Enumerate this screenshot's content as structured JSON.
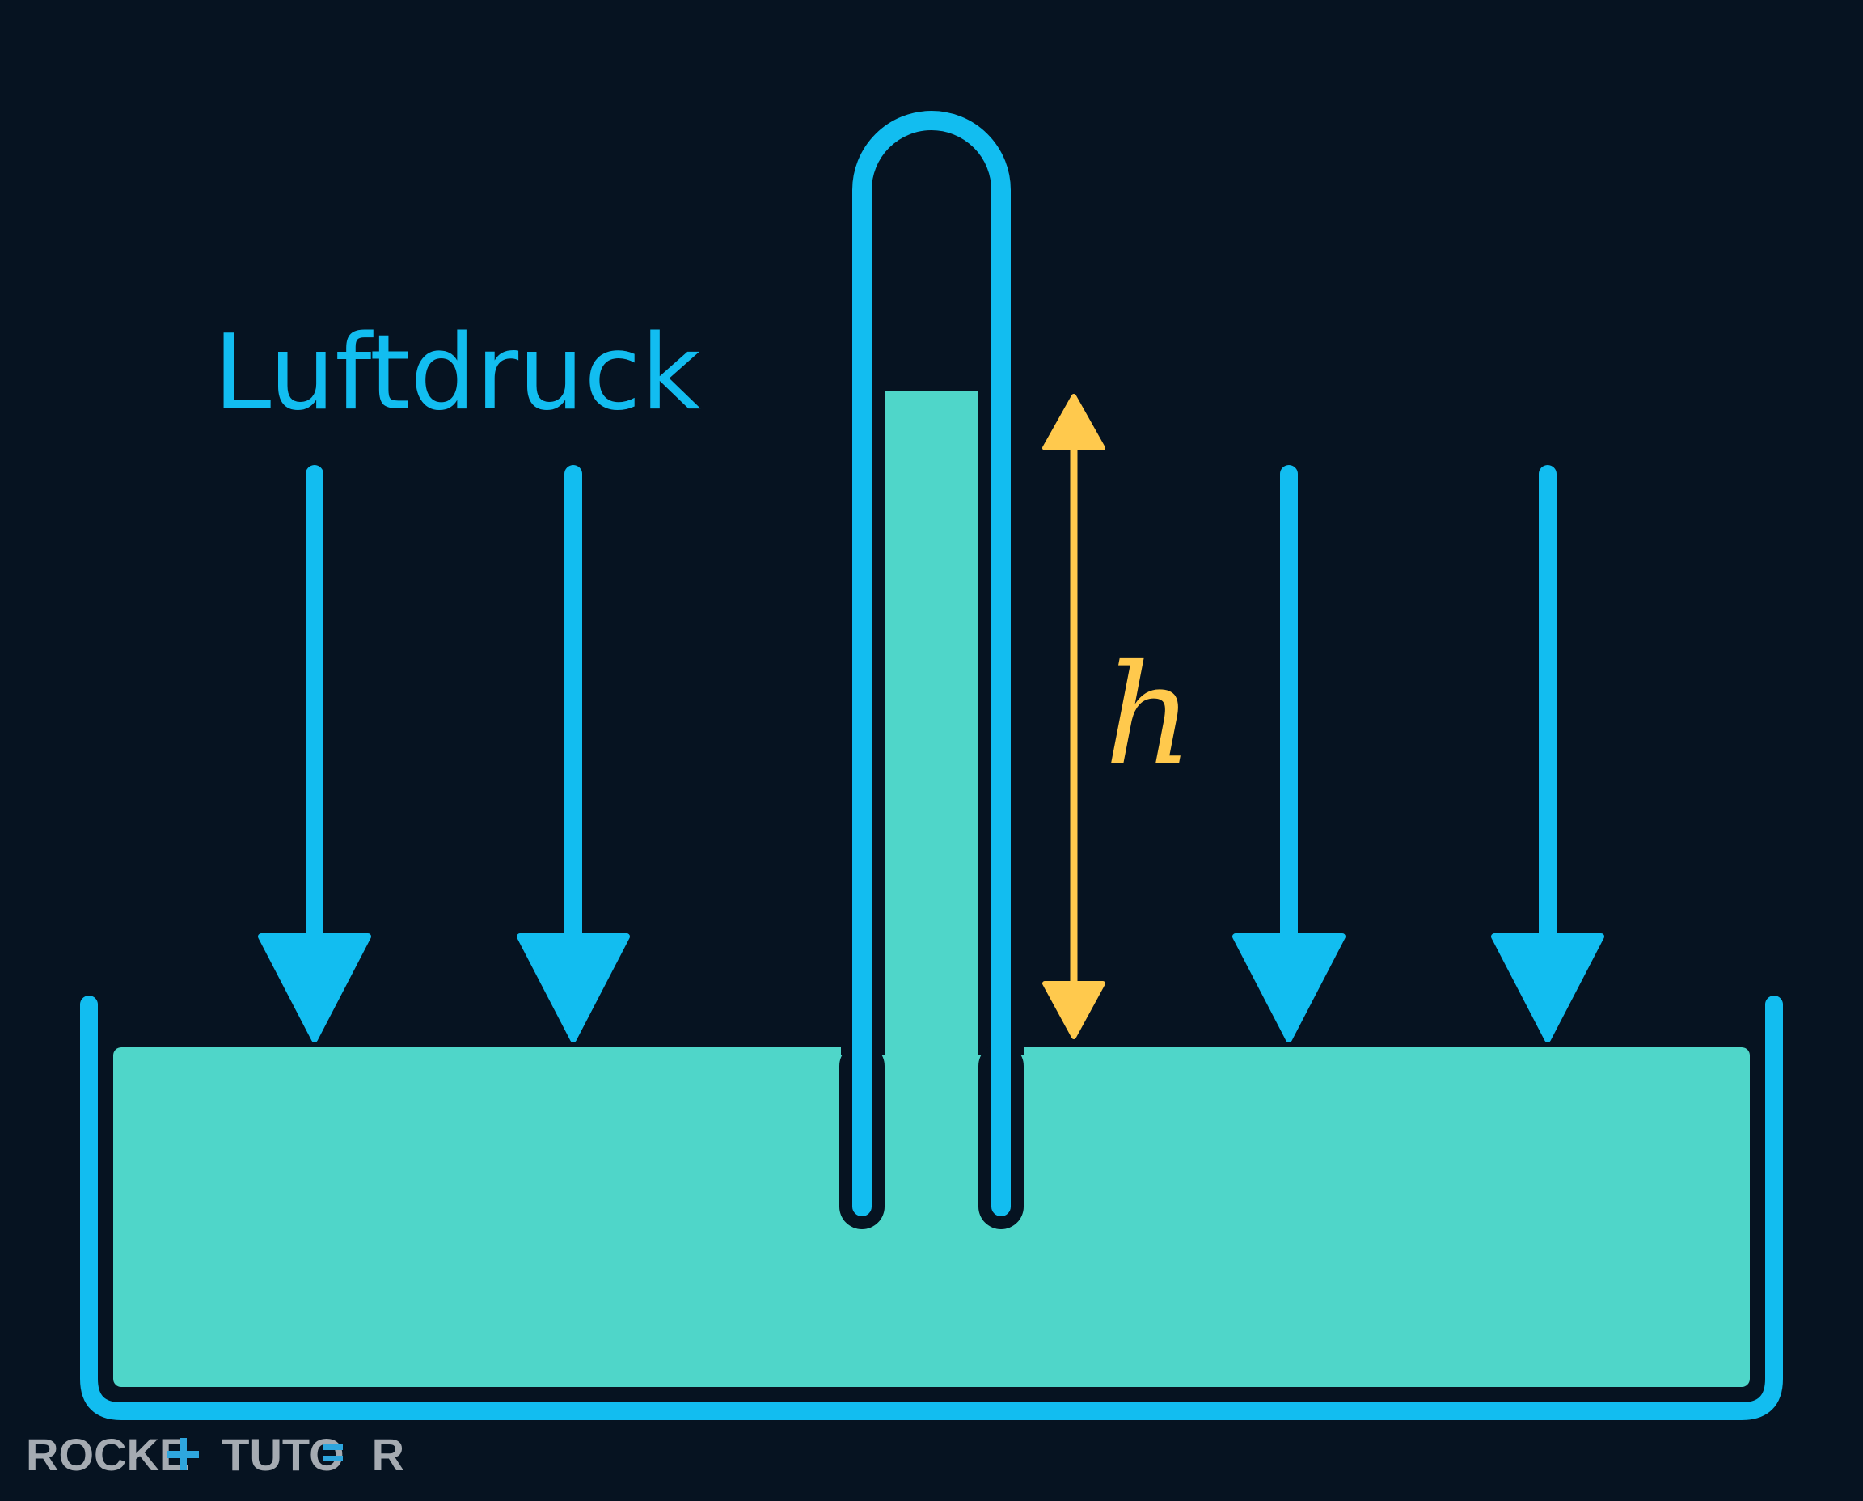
{
  "diagram": {
    "label_air_pressure": "Luftdruck",
    "label_height": "h",
    "logo": {
      "part1": "ROCKE",
      "part2": "TUTO",
      "part3": "R"
    }
  },
  "colors": {
    "background": "#061321",
    "outline": "#12BDF0",
    "liquid": "#4FD6C9",
    "measure": "#FFC94D",
    "logo_grey": "#A5ABB2",
    "logo_accent": "#2EA6DE"
  }
}
